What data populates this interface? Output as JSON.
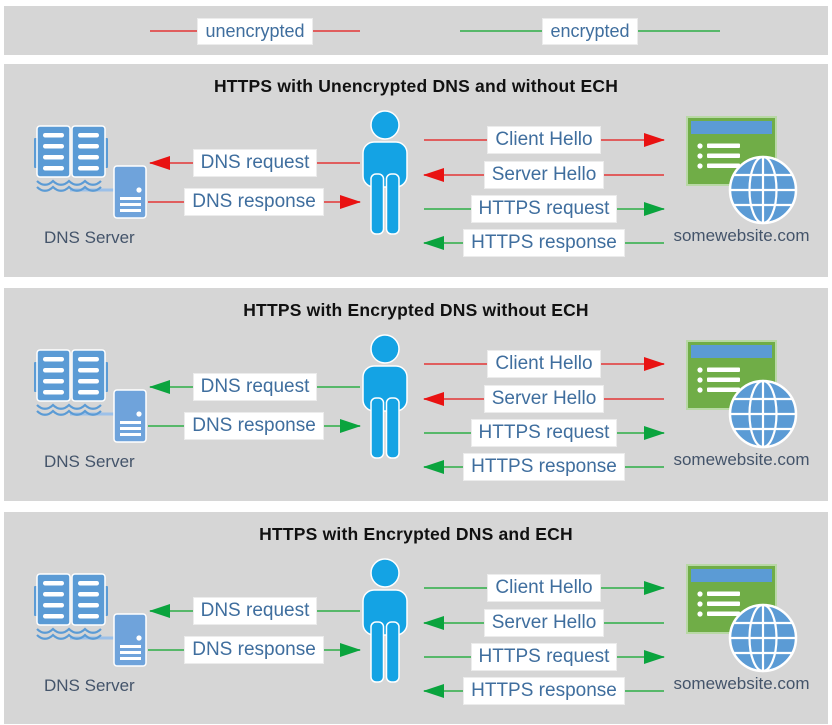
{
  "colors": {
    "page_background": "#ffffff",
    "panel_background": "#d6d6d6",
    "title_text": "#111111",
    "arrow_label_text": "#3f6e9e",
    "caption_text": "#44546a",
    "unencrypted_line": "#e05e5e",
    "unencrypted_head": "#e91212",
    "encrypted_line": "#57b86a",
    "encrypted_head": "#0aa43e",
    "person_blue": "#14a3e4",
    "dns_icon_blue": "#5b9bd5",
    "dns_server_tower_blue": "#6fa3db",
    "dns_connector_blue": "#9cc0e8",
    "website_green": "#70ad47",
    "website_border_green": "#b8d8a5",
    "website_titlebar_blue": "#5b9bd5",
    "globe_blue": "#5b9bd5"
  },
  "legend": {
    "items": [
      {
        "label": "unencrypted",
        "state": "unencrypted"
      },
      {
        "label": "encrypted",
        "state": "encrypted"
      }
    ]
  },
  "panels": [
    {
      "title": "HTTPS with Unencrypted DNS and without ECH",
      "dns_server_caption": "DNS Server",
      "website_caption": "somewebsite.com",
      "arrows": [
        {
          "label": "DNS request",
          "state": "unencrypted",
          "direction": "left"
        },
        {
          "label": "DNS response",
          "state": "unencrypted",
          "direction": "right"
        },
        {
          "label": "Client Hello",
          "state": "unencrypted",
          "direction": "right"
        },
        {
          "label": "Server Hello",
          "state": "unencrypted",
          "direction": "left"
        },
        {
          "label": "HTTPS request",
          "state": "encrypted",
          "direction": "right"
        },
        {
          "label": "HTTPS response",
          "state": "encrypted",
          "direction": "left"
        }
      ]
    },
    {
      "title": "HTTPS with Encrypted DNS without ECH",
      "dns_server_caption": "DNS Server",
      "website_caption": "somewebsite.com",
      "arrows": [
        {
          "label": "DNS request",
          "state": "encrypted",
          "direction": "left"
        },
        {
          "label": "DNS response",
          "state": "encrypted",
          "direction": "right"
        },
        {
          "label": "Client Hello",
          "state": "unencrypted",
          "direction": "right"
        },
        {
          "label": "Server Hello",
          "state": "unencrypted",
          "direction": "left"
        },
        {
          "label": "HTTPS request",
          "state": "encrypted",
          "direction": "right"
        },
        {
          "label": "HTTPS response",
          "state": "encrypted",
          "direction": "left"
        }
      ]
    },
    {
      "title": "HTTPS with Encrypted DNS and ECH",
      "dns_server_caption": "DNS Server",
      "website_caption": "somewebsite.com",
      "arrows": [
        {
          "label": "DNS request",
          "state": "encrypted",
          "direction": "left"
        },
        {
          "label": "DNS response",
          "state": "encrypted",
          "direction": "right"
        },
        {
          "label": "Client Hello",
          "state": "encrypted",
          "direction": "right"
        },
        {
          "label": "Server Hello",
          "state": "encrypted",
          "direction": "left"
        },
        {
          "label": "HTTPS request",
          "state": "encrypted",
          "direction": "right"
        },
        {
          "label": "HTTPS response",
          "state": "encrypted",
          "direction": "left"
        }
      ]
    }
  ]
}
